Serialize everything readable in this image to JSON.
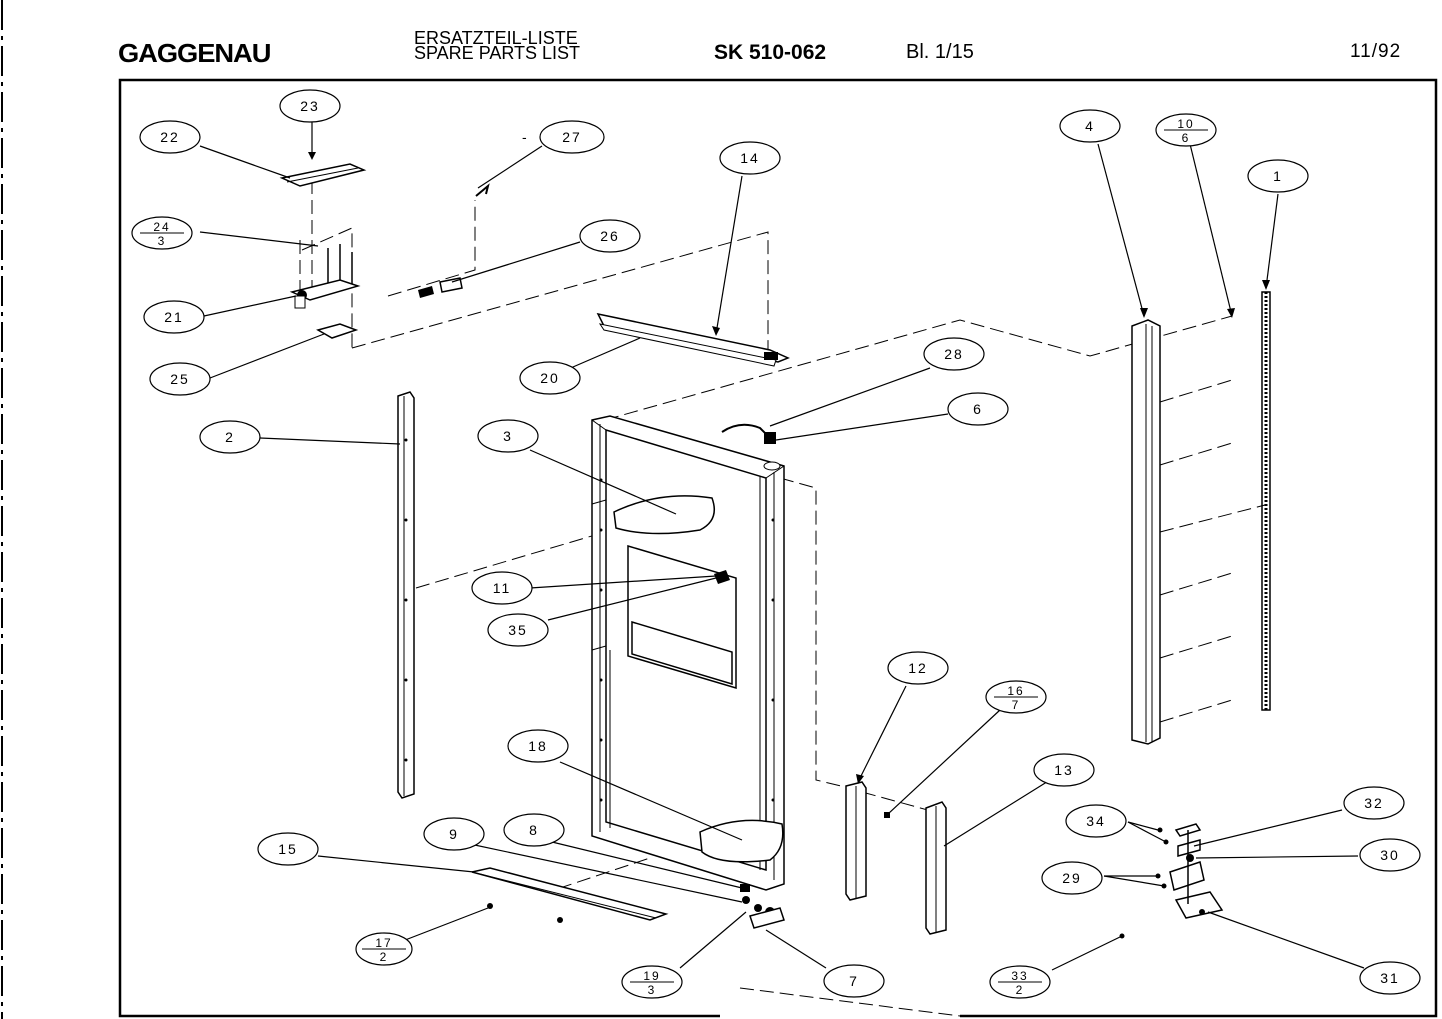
{
  "header": {
    "brand": "GAGGENAU",
    "list_title_de": "ERSATZTEIL-LISTE",
    "list_title_en": "SPARE PARTS LIST",
    "model": "SK 510-062",
    "sheet": "Bl. 1/15",
    "date": "11/92"
  },
  "callouts": [
    {
      "id": "23",
      "label": "23"
    },
    {
      "id": "22",
      "label": "22"
    },
    {
      "id": "27",
      "label": "27"
    },
    {
      "id": "24-3",
      "num": "24",
      "den": "3"
    },
    {
      "id": "26",
      "label": "26"
    },
    {
      "id": "21",
      "label": "21"
    },
    {
      "id": "25",
      "label": "25"
    },
    {
      "id": "14",
      "label": "14"
    },
    {
      "id": "20",
      "label": "20"
    },
    {
      "id": "4",
      "label": "4"
    },
    {
      "id": "10-6",
      "num": "10",
      "den": "6"
    },
    {
      "id": "1",
      "label": "1"
    },
    {
      "id": "28",
      "label": "28"
    },
    {
      "id": "6",
      "label": "6"
    },
    {
      "id": "2",
      "label": "2"
    },
    {
      "id": "3",
      "label": "3"
    },
    {
      "id": "11",
      "label": "11"
    },
    {
      "id": "35",
      "label": "35"
    },
    {
      "id": "12",
      "label": "12"
    },
    {
      "id": "16-7",
      "num": "16",
      "den": "7"
    },
    {
      "id": "13",
      "label": "13"
    },
    {
      "id": "18",
      "label": "18"
    },
    {
      "id": "9",
      "label": "9"
    },
    {
      "id": "8",
      "label": "8"
    },
    {
      "id": "15",
      "label": "15"
    },
    {
      "id": "34",
      "label": "34"
    },
    {
      "id": "32",
      "label": "32"
    },
    {
      "id": "30",
      "label": "30"
    },
    {
      "id": "29",
      "label": "29"
    },
    {
      "id": "17-2",
      "num": "17",
      "den": "2"
    },
    {
      "id": "19-3",
      "num": "19",
      "den": "3"
    },
    {
      "id": "7",
      "label": "7"
    },
    {
      "id": "33-2",
      "num": "33",
      "den": "2"
    },
    {
      "id": "31",
      "label": "31"
    }
  ]
}
